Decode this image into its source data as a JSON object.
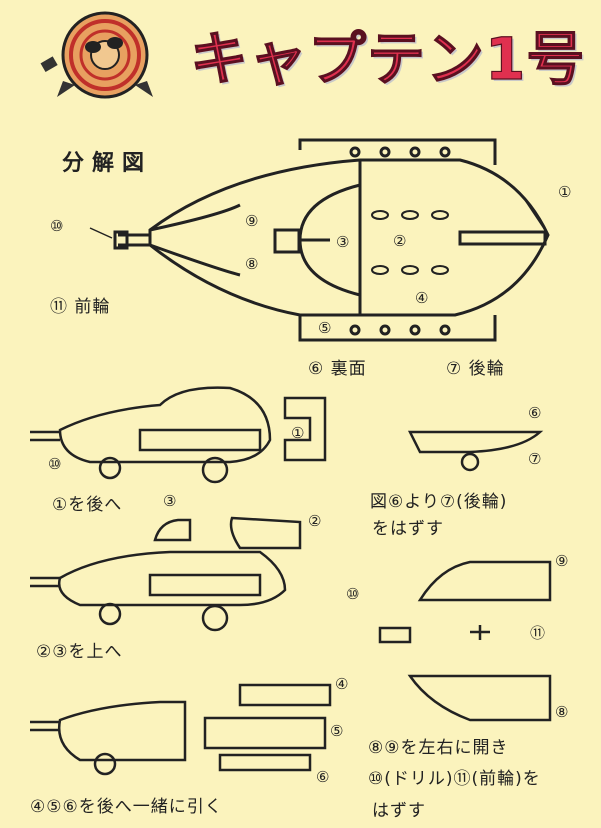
{
  "title": "キャプテン1号",
  "section_title": "分解図",
  "legend": {
    "front_wheel": "⑪ 前輪",
    "underside": "⑥ 裏面",
    "rear_wheel": "⑦ 後輪"
  },
  "callouts": {
    "c1": "①",
    "c2": "②",
    "c3": "③",
    "c4": "④",
    "c5": "⑤",
    "c6": "⑥",
    "c7": "⑦",
    "c8": "⑧",
    "c9": "⑨",
    "c10": "⑩",
    "c11": "⑪"
  },
  "steps": {
    "step1": "①を後へ",
    "step2": "②③を上へ",
    "step3": "④⑤⑥を後へ一緒に引く",
    "step_fig6_line1": "図⑥より⑦(後輪)",
    "step_fig6_line2": "をはずす",
    "step_open_line1": "⑧⑨を左右に開き",
    "step_open_line2": "⑩(ドリル)⑪(前輪)を",
    "step_open_line3": "はずす"
  },
  "colors": {
    "card_bg": "#fbf3bd",
    "title_red": "#e0304f",
    "ink": "#222222"
  }
}
